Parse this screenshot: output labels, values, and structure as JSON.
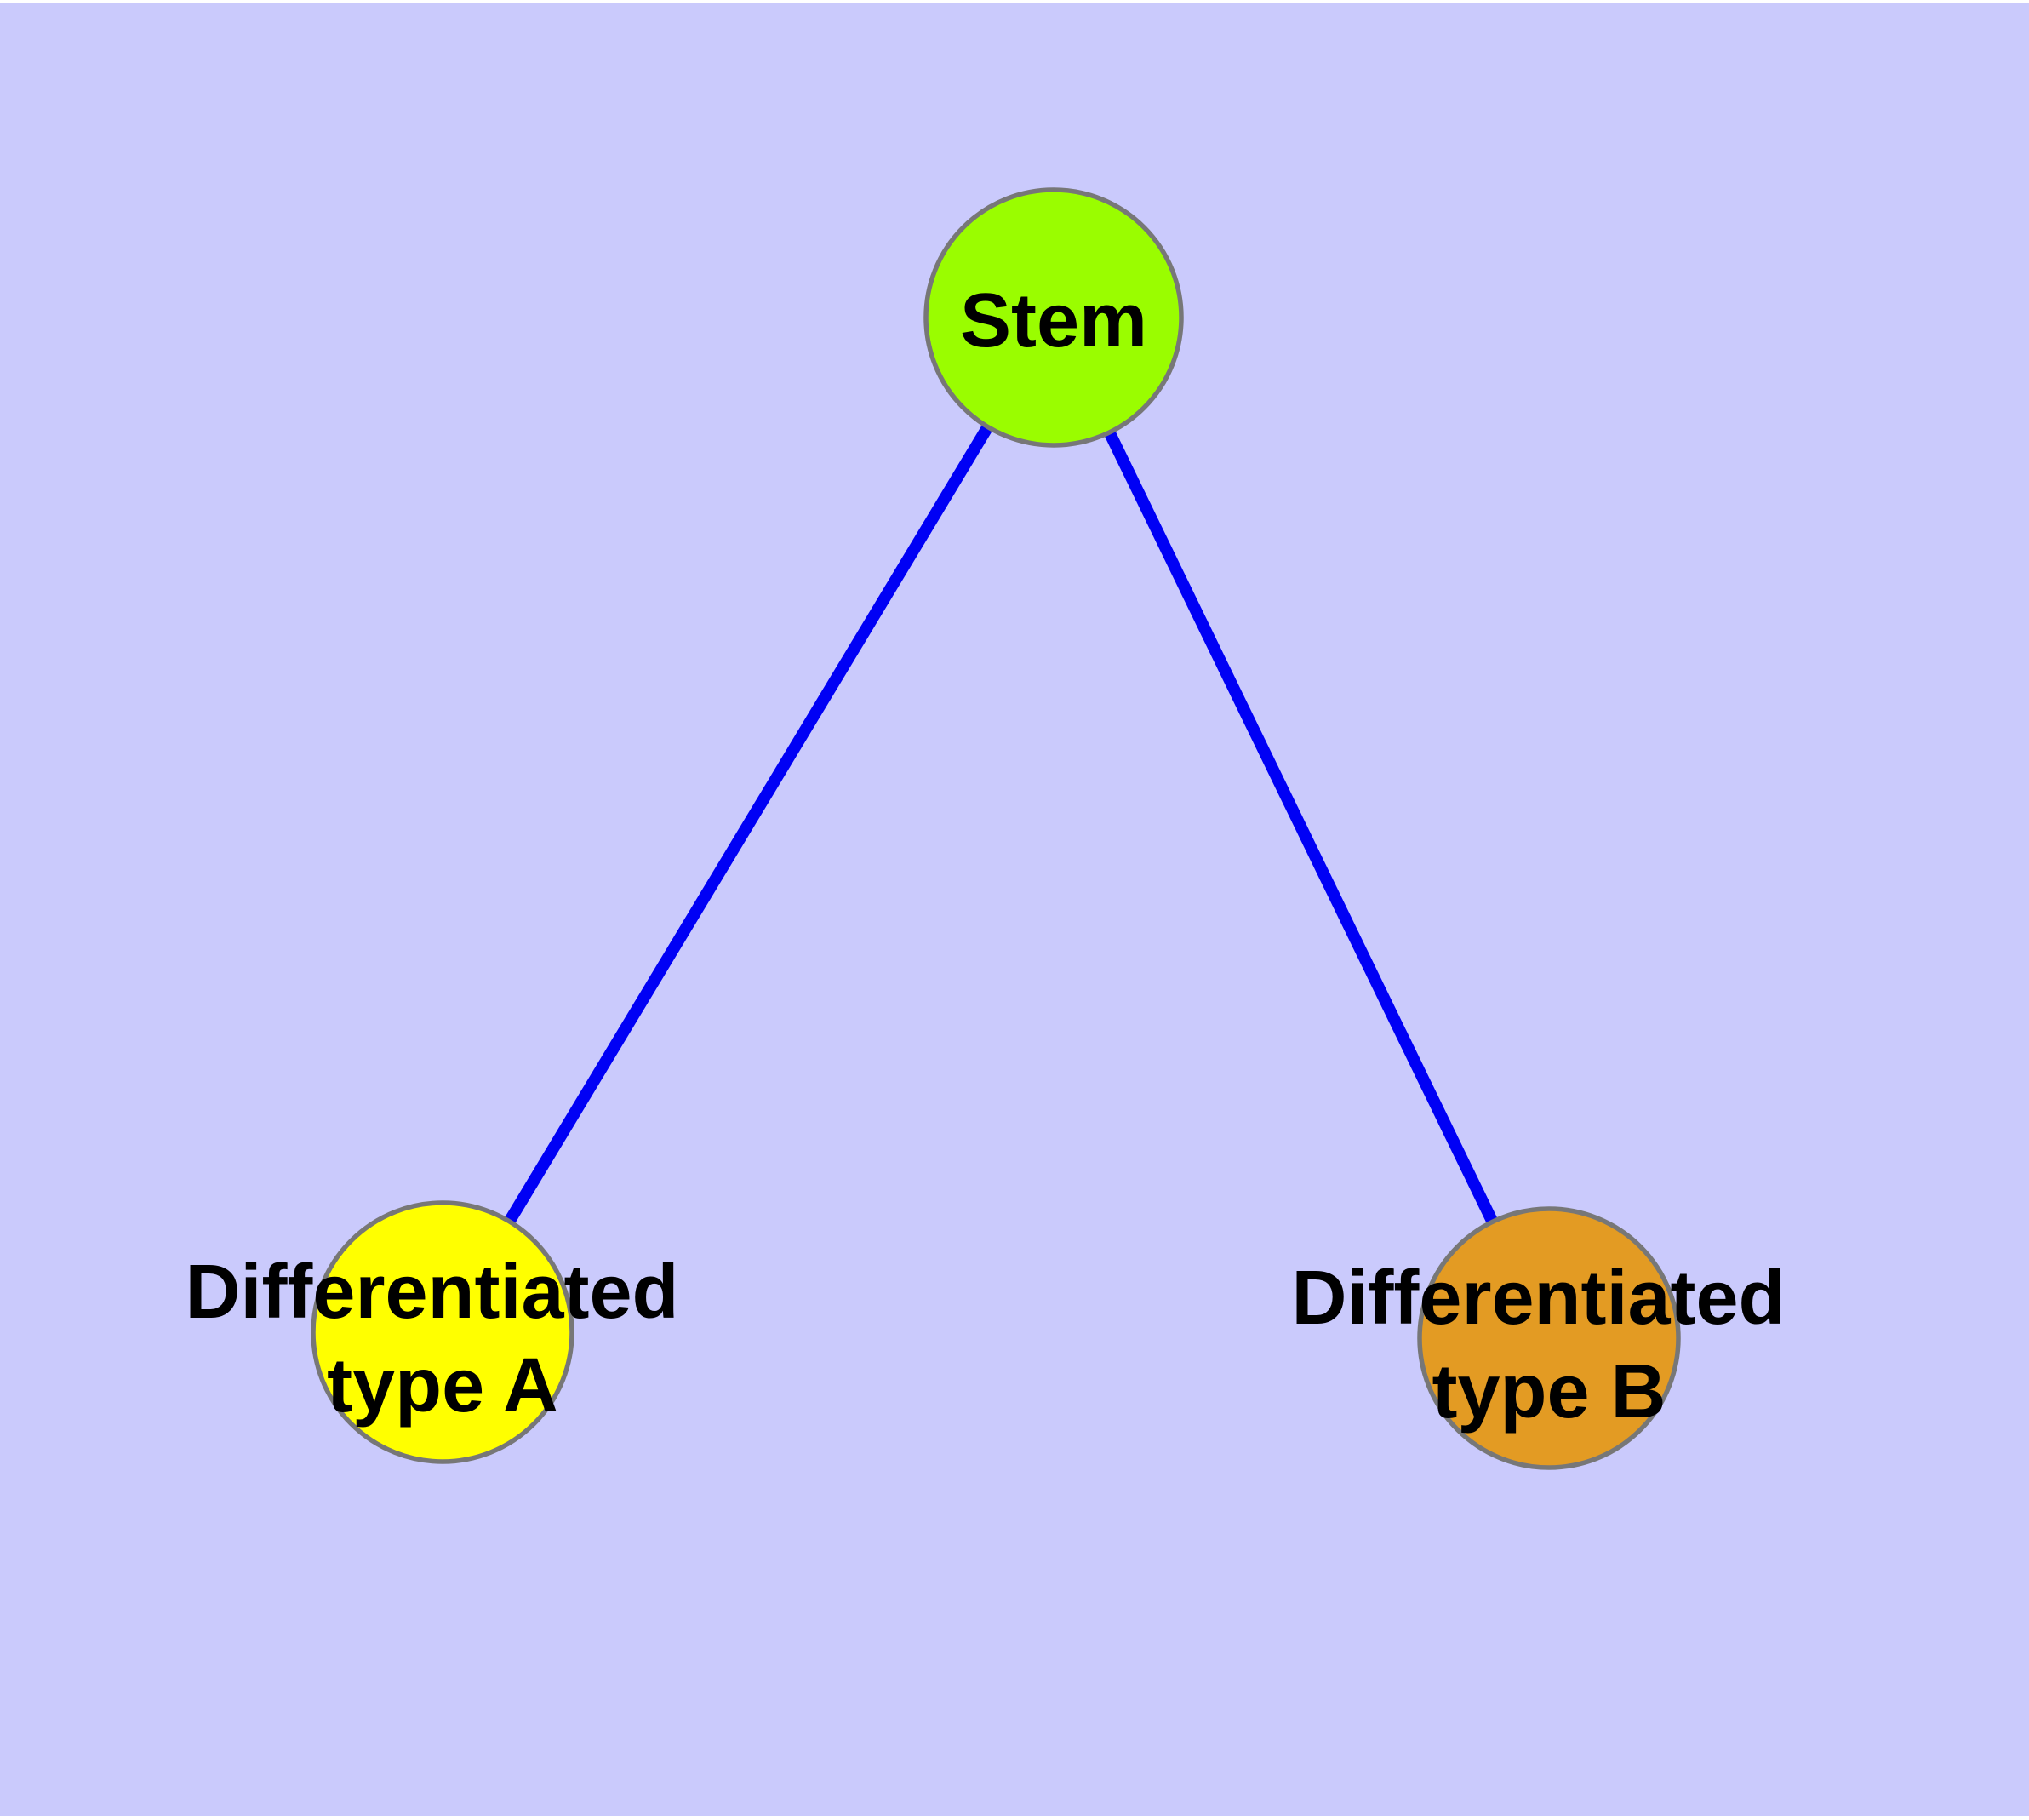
{
  "diagram": {
    "background_color": "#CACAFC",
    "frame_color": "#FFFFFF",
    "edge_color": "#0000F5",
    "node_border_color": "#777777",
    "text_color": "#000000",
    "nodes": [
      {
        "id": "stem",
        "label": "Stem",
        "fill": "#9AFD00"
      },
      {
        "id": "differentiated-type-a",
        "label_line1": "Differentiated",
        "label_line2": "type A",
        "fill": "#FFFF00"
      },
      {
        "id": "differentiated-type-b",
        "label_line1": "Differentiated",
        "label_line2": "type B",
        "fill": "#E39B23"
      }
    ],
    "edges": [
      {
        "from": "stem",
        "to": "differentiated-type-a"
      },
      {
        "from": "stem",
        "to": "differentiated-type-b"
      }
    ]
  }
}
